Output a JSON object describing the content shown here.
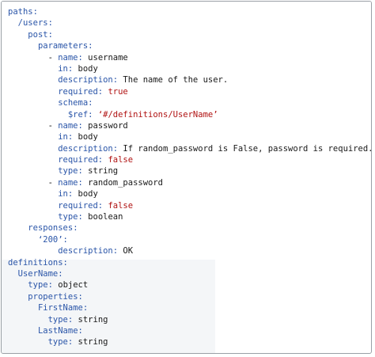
{
  "lines": [
    {
      "indent": "",
      "key": "paths",
      "sep": ":",
      "value": "",
      "value_type": "plain"
    },
    {
      "indent": "  ",
      "key": "/users",
      "sep": ":",
      "value": "",
      "value_type": "plain"
    },
    {
      "indent": "    ",
      "key": "post",
      "sep": ":",
      "value": "",
      "value_type": "plain"
    },
    {
      "indent": "      ",
      "key": "parameters",
      "sep": ":",
      "value": "",
      "value_type": "plain"
    },
    {
      "indent": "        - ",
      "key": "name",
      "sep": ": ",
      "value": "username",
      "value_type": "plain"
    },
    {
      "indent": "          ",
      "key": "in",
      "sep": ": ",
      "value": "body",
      "value_type": "plain"
    },
    {
      "indent": "          ",
      "key": "description",
      "sep": ": ",
      "value": "The name of the user.",
      "value_type": "plain"
    },
    {
      "indent": "          ",
      "key": "required",
      "sep": ": ",
      "value": "true",
      "value_type": "bool"
    },
    {
      "indent": "          ",
      "key": "schema",
      "sep": ":",
      "value": "",
      "value_type": "plain"
    },
    {
      "indent": "            ",
      "key": "$ref",
      "sep": ": ",
      "value": "‘#/definitions/UserName’",
      "value_type": "string"
    },
    {
      "indent": "        - ",
      "key": "name",
      "sep": ": ",
      "value": "password",
      "value_type": "plain"
    },
    {
      "indent": "          ",
      "key": "in",
      "sep": ": ",
      "value": "body",
      "value_type": "plain"
    },
    {
      "indent": "          ",
      "key": "description",
      "sep": ": ",
      "value": "If random_password is False, password is required.",
      "value_type": "plain"
    },
    {
      "indent": "          ",
      "key": "required",
      "sep": ": ",
      "value": "false",
      "value_type": "bool"
    },
    {
      "indent": "          ",
      "key": "type",
      "sep": ": ",
      "value": "string",
      "value_type": "plain"
    },
    {
      "indent": "        - ",
      "key": "name",
      "sep": ": ",
      "value": "random_password",
      "value_type": "plain"
    },
    {
      "indent": "          ",
      "key": "in",
      "sep": ": ",
      "value": "body",
      "value_type": "plain"
    },
    {
      "indent": "          ",
      "key": "required",
      "sep": ": ",
      "value": "false",
      "value_type": "bool"
    },
    {
      "indent": "          ",
      "key": "type",
      "sep": ": ",
      "value": "boolean",
      "value_type": "plain"
    },
    {
      "indent": "    ",
      "key": "responses",
      "sep": ":",
      "value": "",
      "value_type": "plain"
    },
    {
      "indent": "      ",
      "key": "‘200’",
      "sep": ":",
      "value": "",
      "value_type": "plain"
    },
    {
      "indent": "          ",
      "key": "description",
      "sep": ": ",
      "value": "OK",
      "value_type": "plain"
    },
    {
      "indent": "",
      "key": "definitions",
      "sep": ":",
      "value": "",
      "value_type": "plain"
    },
    {
      "indent": "  ",
      "key": "UserName",
      "sep": ":",
      "value": "",
      "value_type": "plain"
    },
    {
      "indent": "    ",
      "key": "type",
      "sep": ": ",
      "value": "object",
      "value_type": "plain"
    },
    {
      "indent": "    ",
      "key": "properties",
      "sep": ":",
      "value": "",
      "value_type": "plain"
    },
    {
      "indent": "      ",
      "key": "FirstName",
      "sep": ":",
      "value": "",
      "value_type": "plain"
    },
    {
      "indent": "        ",
      "key": "type",
      "sep": ": ",
      "value": "string",
      "value_type": "plain"
    },
    {
      "indent": "      ",
      "key": "LastName",
      "sep": ":",
      "value": "",
      "value_type": "plain"
    },
    {
      "indent": "        ",
      "key": "type",
      "sep": ": ",
      "value": "string",
      "value_type": "plain"
    }
  ],
  "colors": {
    "key": "#2a55a8",
    "value": "#1a1a1a",
    "bool": "#b01212",
    "string": "#b01212",
    "border": "#9aa0a6"
  }
}
